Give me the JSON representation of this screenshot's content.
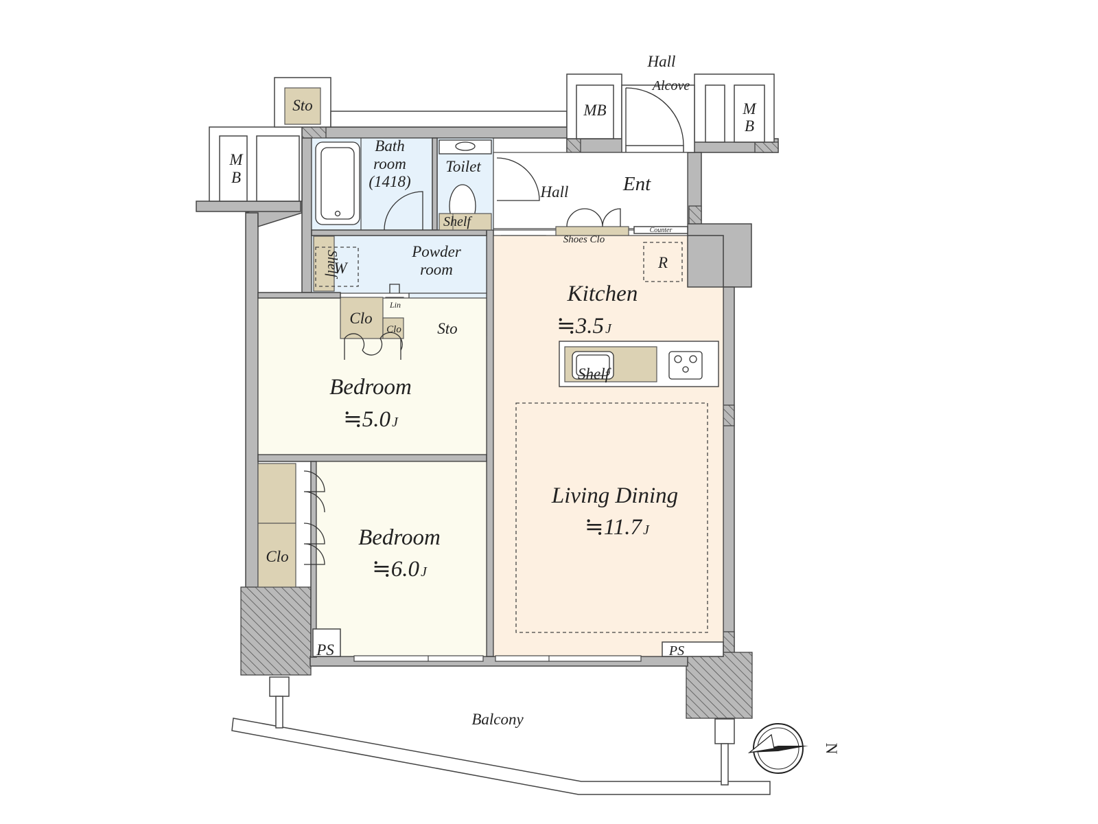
{
  "colors": {
    "wall": "#b9b9b9",
    "wet_area": "#e6f2fb",
    "bedroom": "#fcfbee",
    "living": "#fdf0e1",
    "storage": "#dcd2b4"
  },
  "rooms": {
    "hall_outer": "Hall",
    "alcove": "Alcove",
    "mb_left_line1": "M",
    "mb_left_line2": "B",
    "mb_center": "MB",
    "mb_right_line1": "M",
    "mb_right_line2": "B",
    "sto_top": "Sto",
    "bath_line1": "Bath",
    "bath_line2": "room",
    "bath_line3": "(1418)",
    "toilet": "Toilet",
    "shelf_toilet": "Shelf",
    "hall_inner": "Hall",
    "ent": "Ent",
    "shoes_clo": "Shoes Clo",
    "counter": "Counter",
    "refrigerator": "R",
    "powder_line1": "Powder",
    "powder_line2": "room",
    "shelf_powder": "Shelf",
    "washer": "W",
    "lin": "Lin",
    "clo_a": "Clo",
    "clo_b": "Clo",
    "sto_powder": "Sto",
    "kitchen_name": "Kitchen",
    "kitchen_size": "≒3.5",
    "kitchen_unit": "J",
    "shelf_kitchen": "Shelf",
    "bedroom1_name": "Bedroom",
    "bedroom1_size": "≒5.0",
    "bedroom1_unit": "J",
    "bedroom2_name": "Bedroom",
    "bedroom2_size": "≒6.0",
    "bedroom2_unit": "J",
    "clo_bedroom2": "Clo",
    "living_name": "Living Dining",
    "living_size": "≒11.7",
    "living_unit": "J",
    "ps_left": "PS",
    "ps_right": "PS",
    "balcony": "Balcony"
  },
  "compass": {
    "direction_label": "N",
    "icon": "compass-icon"
  }
}
